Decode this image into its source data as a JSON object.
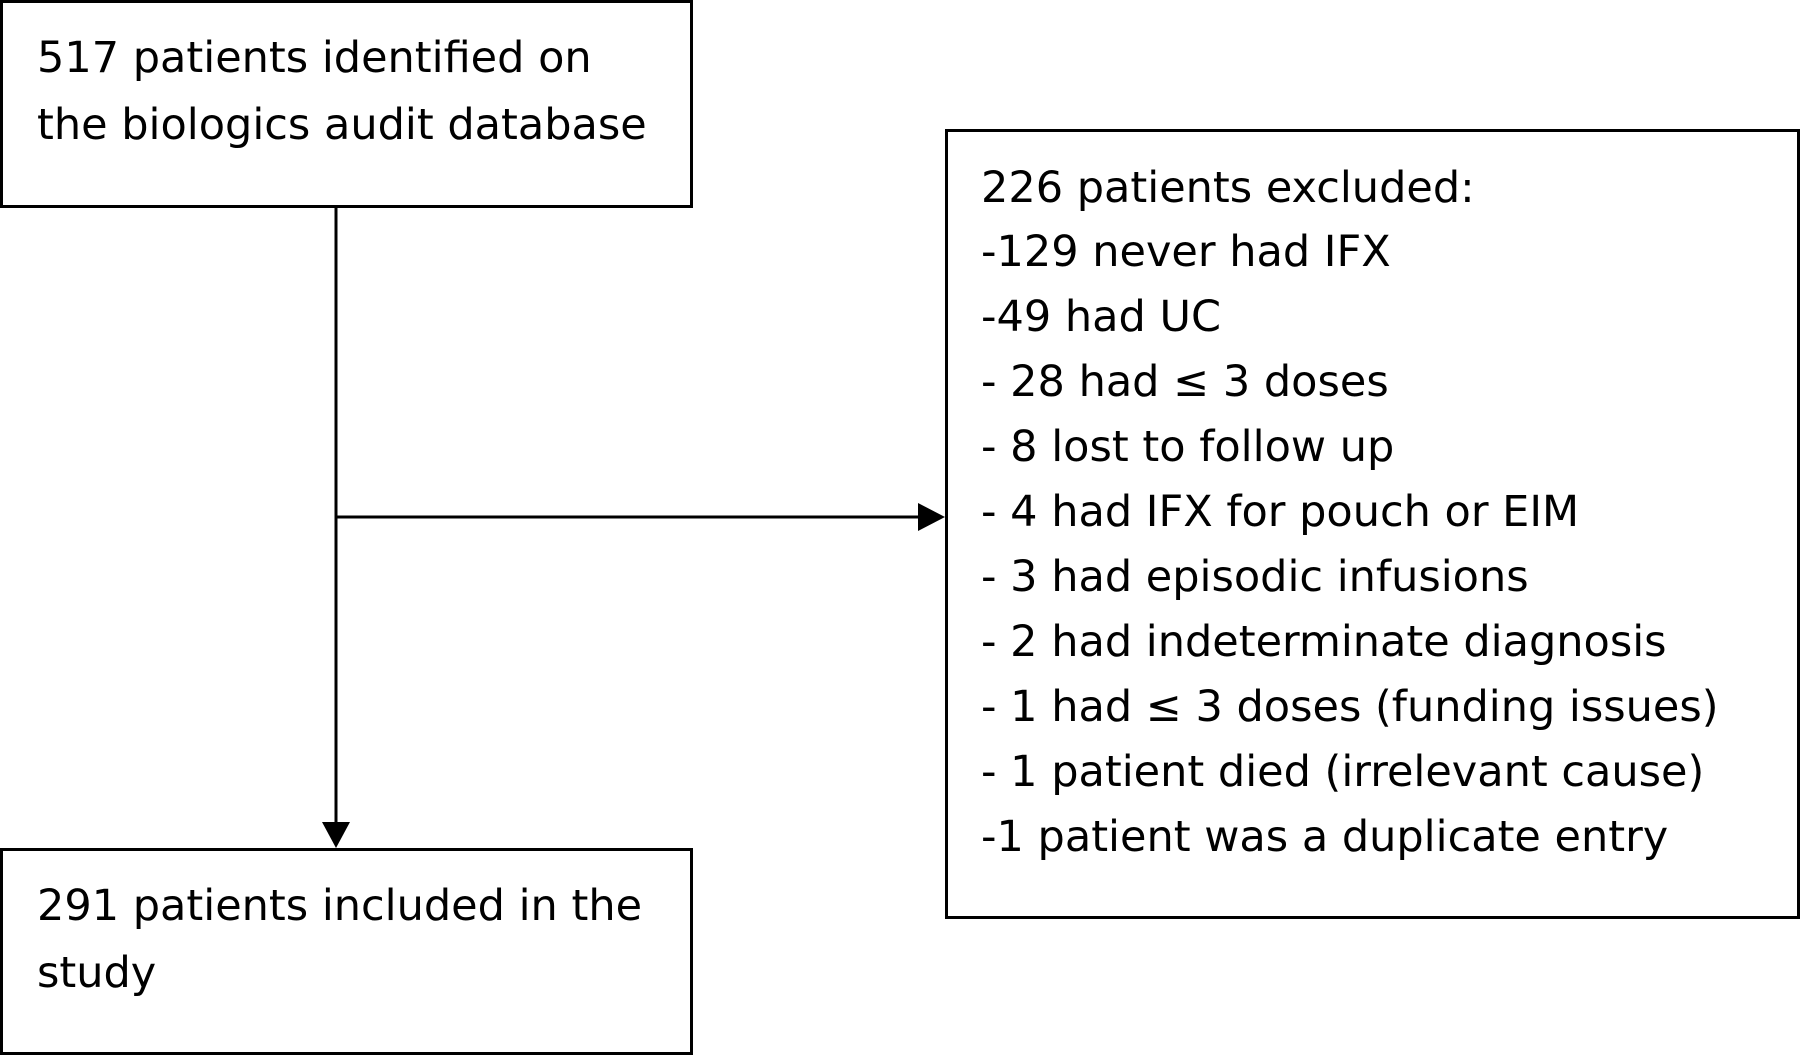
{
  "flowchart": {
    "identified": {
      "text": "517 patients identified on\nthe biologics audit database"
    },
    "included": {
      "text": "291 patients included in the\nstudy"
    },
    "excluded": {
      "title": "226 patients excluded:",
      "items": [
        "-129 never had IFX",
        "-49 had UC",
        "- 28 had ≤ 3 doses",
        "- 8 lost to follow up",
        "- 4 had IFX for pouch or EIM",
        "- 3 had episodic infusions",
        "- 2 had indeterminate diagnosis",
        "- 1 had ≤ 3 doses (funding issues)",
        "- 1 patient died (irrelevant cause)",
        "-1 patient was a duplicate entry"
      ]
    },
    "colors": {
      "stroke": "#000000",
      "background": "#ffffff"
    }
  }
}
